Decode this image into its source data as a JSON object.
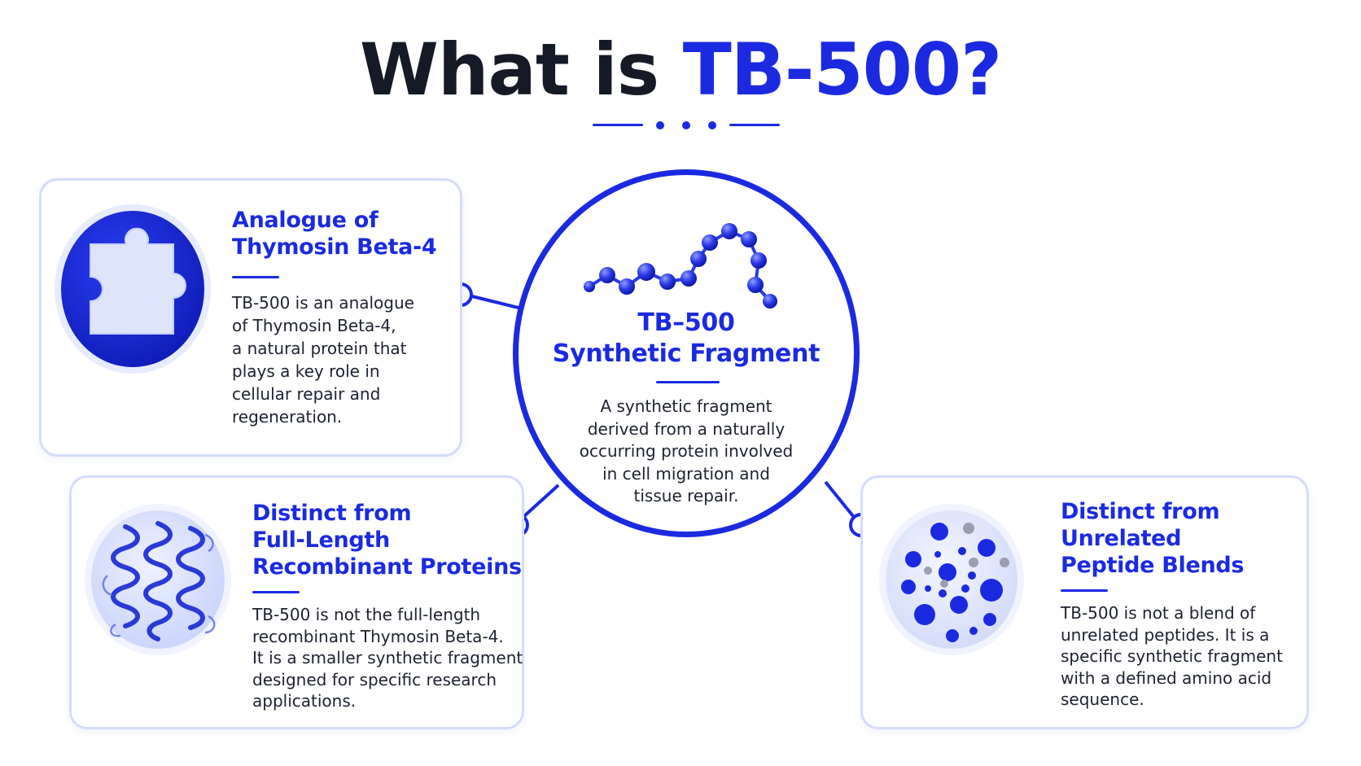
{
  "header": {
    "title_prefix": "What is ",
    "title_accent": "TB-500?"
  },
  "center": {
    "title_lines": [
      "TB–500",
      "Synthetic Fragment"
    ],
    "body_lines": [
      "A synthetic fragment",
      "derived from a naturally",
      "occurring protein involved",
      "in cell migration and",
      "tissue repair."
    ],
    "icon": "molecule-chain-icon"
  },
  "cards": [
    {
      "icon": "puzzle-piece-icon",
      "title_lines": [
        "Analogue of",
        "Thymosin Beta-4"
      ],
      "body_lines": [
        "TB-500 is an analogue",
        "of Thymosin Beta-4,",
        "a natural protein that",
        "plays a key role in",
        "cellular repair and",
        "regeneration."
      ]
    },
    {
      "icon": "protein-helix-icon",
      "title_lines": [
        "Distinct from",
        "Full-Length",
        "Recombinant Proteins"
      ],
      "body_lines": [
        "TB-500 is not the full-length",
        "recombinant Thymosin Beta-4.",
        "It is a smaller synthetic fragment",
        "designed for specific research",
        "applications."
      ]
    },
    {
      "icon": "peptide-dots-icon",
      "title_lines": [
        "Distinct from",
        "Unrelated",
        "Peptide Blends"
      ],
      "body_lines": [
        "TB-500 is not a blend of",
        "unrelated peptides. It is a",
        "specific synthetic fragment",
        "with a defined amino acid",
        "sequence."
      ]
    }
  ],
  "colors": {
    "accent": "#1b2ae0",
    "card_border": "#d5dcfa",
    "text": "#1d2230",
    "title": "#151a26"
  }
}
